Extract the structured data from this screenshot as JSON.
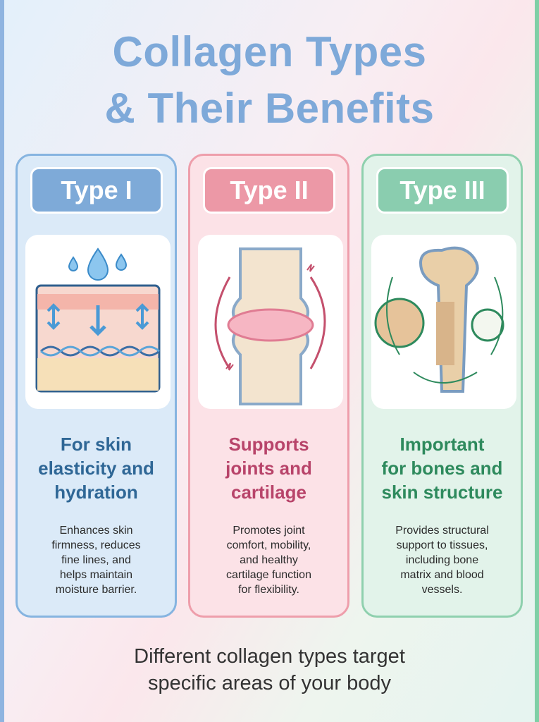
{
  "title": "Collagen Types\n& Their Benefits",
  "cards": [
    {
      "badge": "Type I",
      "heading": "For skin\nelasticity and\nhydration",
      "body": "Enhances skin\nfirmness, reduces\nfine lines, and\nhelps maintain\nmoisture barrier.",
      "icon": "skin-layers-icon",
      "color": "#7eaad8"
    },
    {
      "badge": "Type II",
      "heading": "Supports\njoints and\ncartilage",
      "body": "Promotes joint\ncomfort, mobility,\nand healthy\ncartilage function\nfor flexibility.",
      "icon": "knee-joint-icon",
      "color": "#ec98a6"
    },
    {
      "badge": "Type III",
      "heading": "Important\nfor bones and\nskin structure",
      "body": "Provides structural\nsupport to tissues,\nincluding bone\nmatrix and blood\nvessels.",
      "icon": "bone-structure-icon",
      "color": "#8acdaf"
    }
  ],
  "footer": "Different collagen types target\nspecific areas of your body"
}
